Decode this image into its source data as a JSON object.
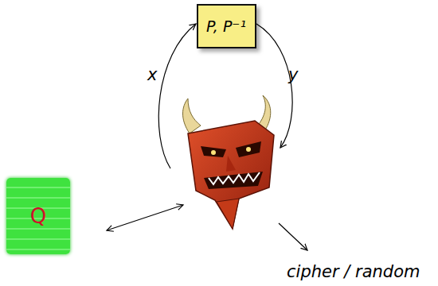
{
  "diagram": {
    "nodes": [
      {
        "text": [
          "P, P⁻¹"
        ]
      },
      {
        "text": [
          "Q"
        ]
      }
    ],
    "labels": [
      "x",
      "y",
      "cipher / random"
    ]
  }
}
